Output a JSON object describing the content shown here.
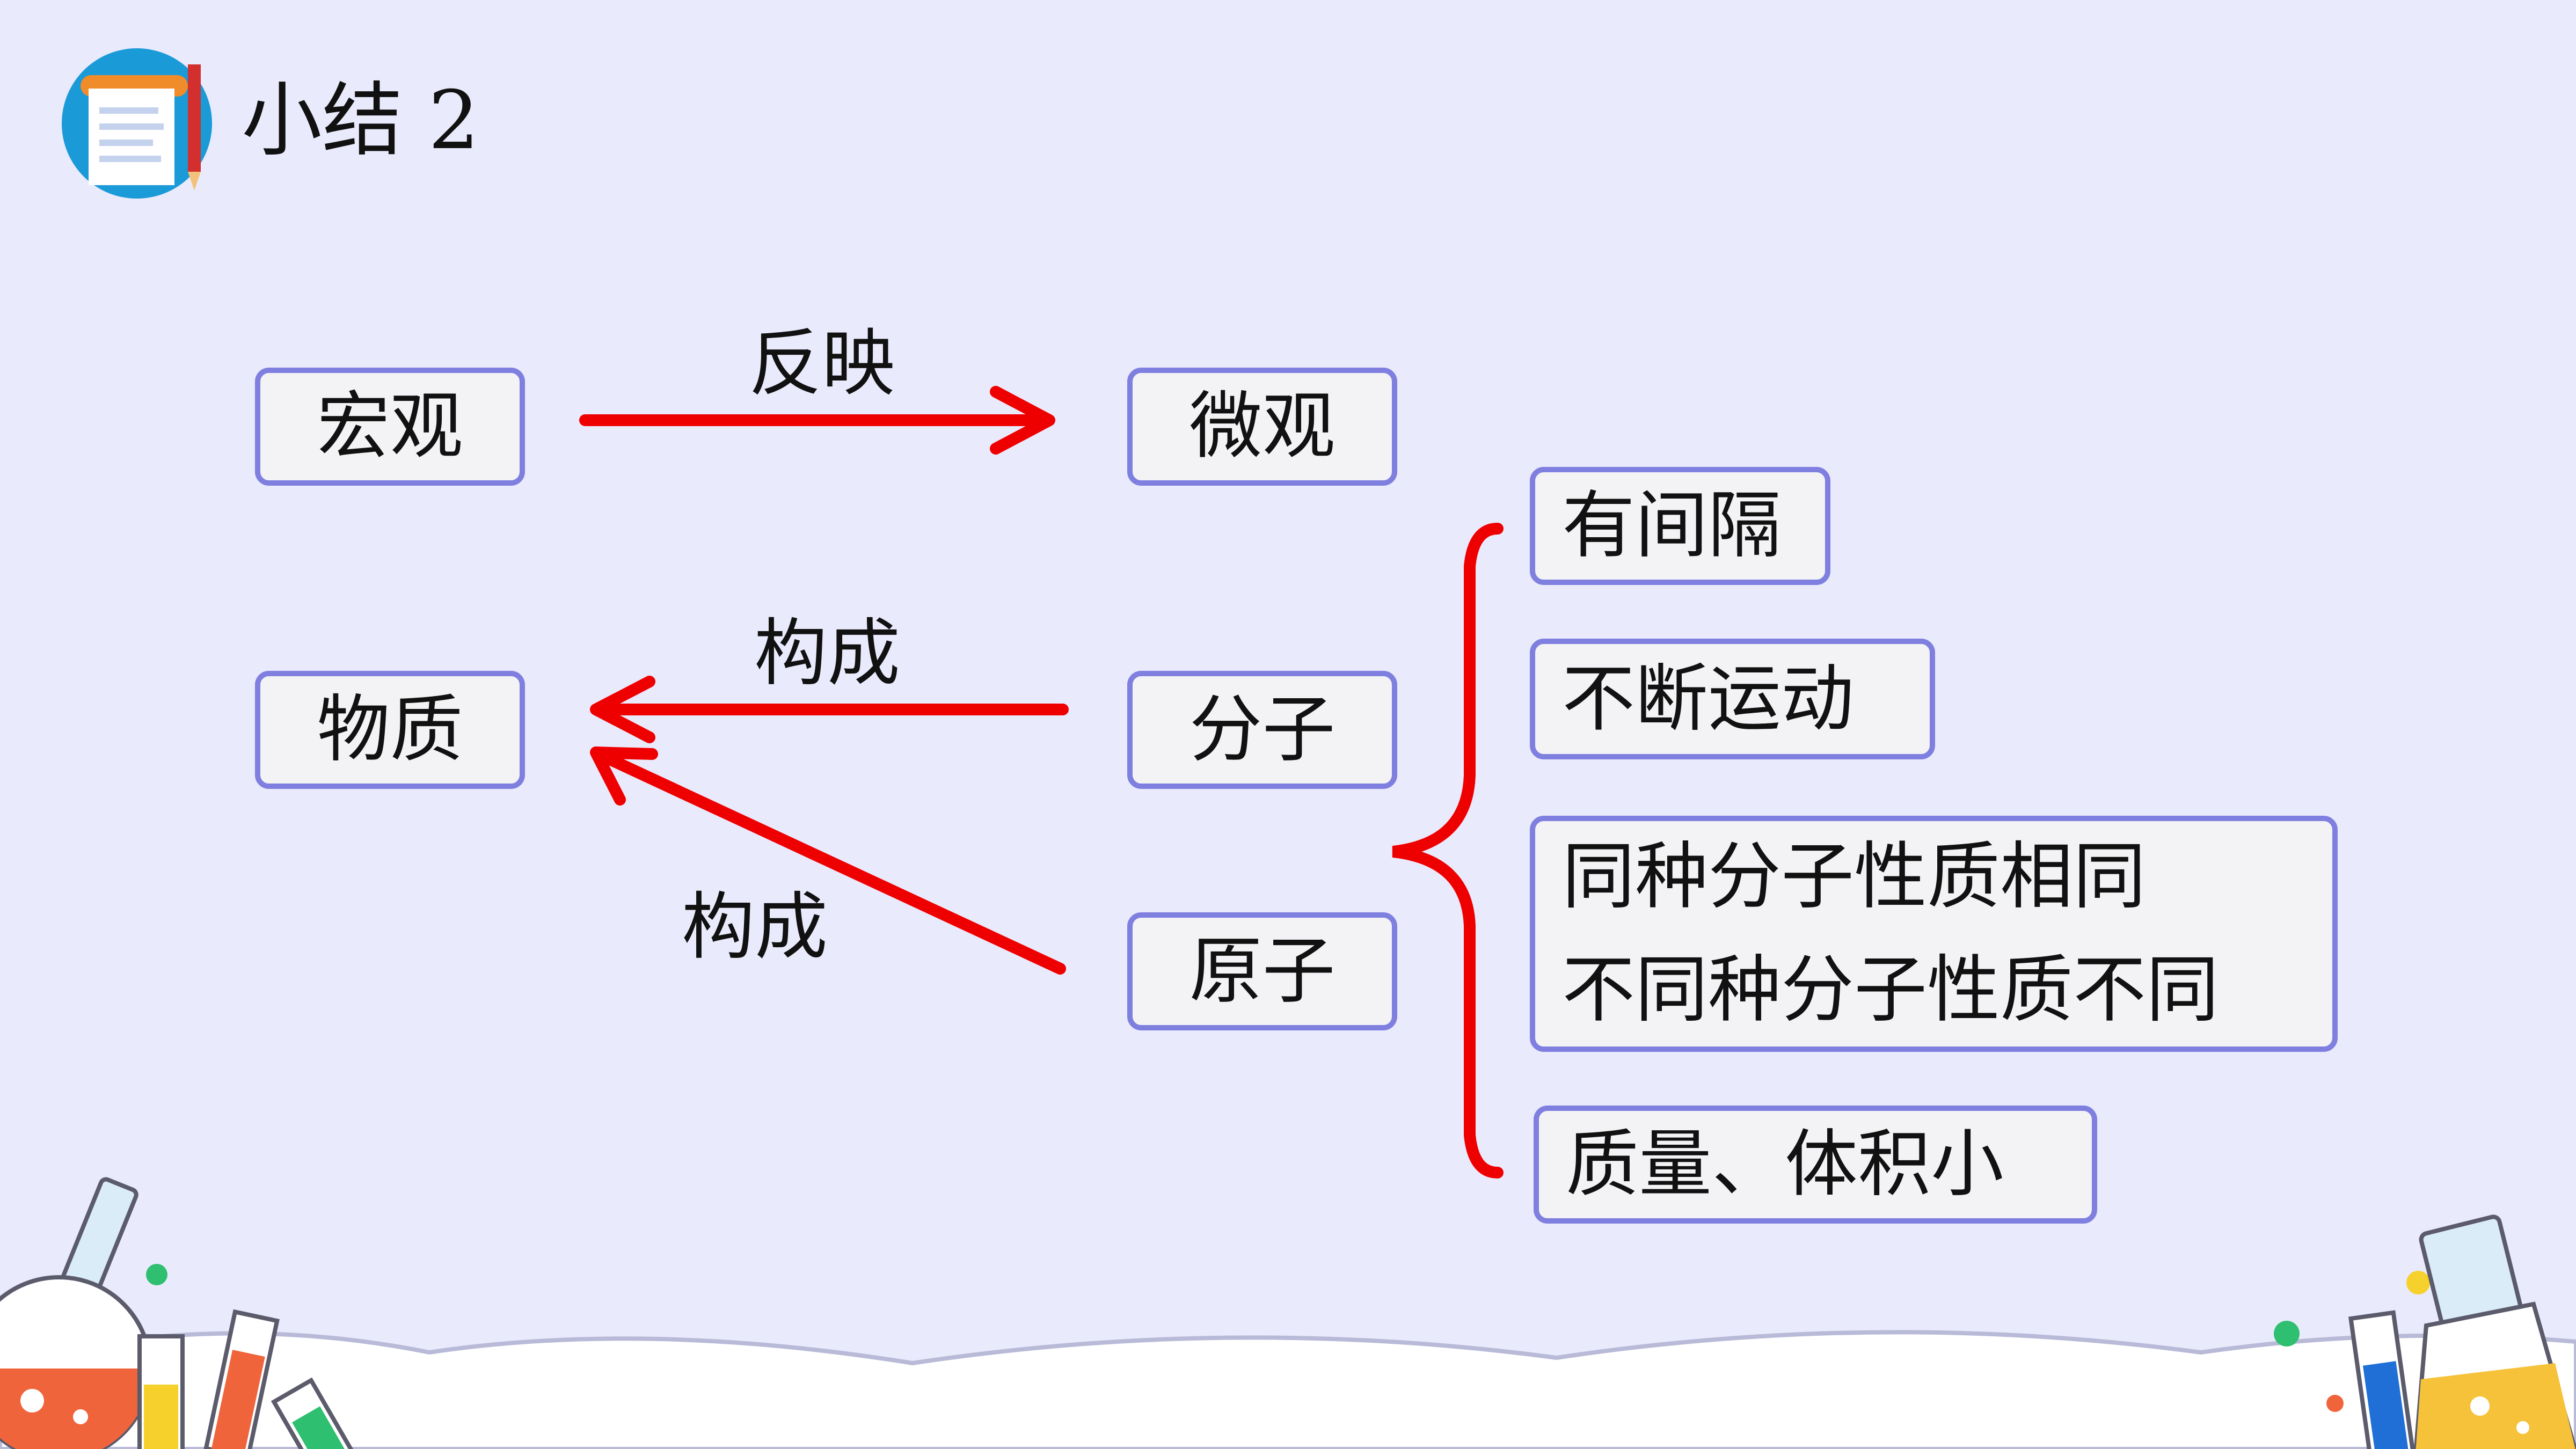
{
  "title": {
    "text": "小结  2"
  },
  "nodes": {
    "macro": "宏观",
    "micro": "微观",
    "matter": "物质",
    "molecule": "分子",
    "atom": "原子"
  },
  "edges": {
    "reflect": "反映",
    "compose_molecule": "构成",
    "compose_atom": "构成"
  },
  "properties": {
    "gaps": "有间隔",
    "motion": "不断运动",
    "same_kind_line1": "同种分子性质相同",
    "same_kind_line2": "不同种分子性质不同",
    "small": "质量、体积小"
  },
  "colors": {
    "arrow": "#ef0000",
    "box_border": "#7f7fe0",
    "box_fill": "#f3f3f6",
    "background": "#e9eafc"
  },
  "icons": [
    "notebook-icon",
    "flask-icon",
    "test-tube-icon"
  ]
}
